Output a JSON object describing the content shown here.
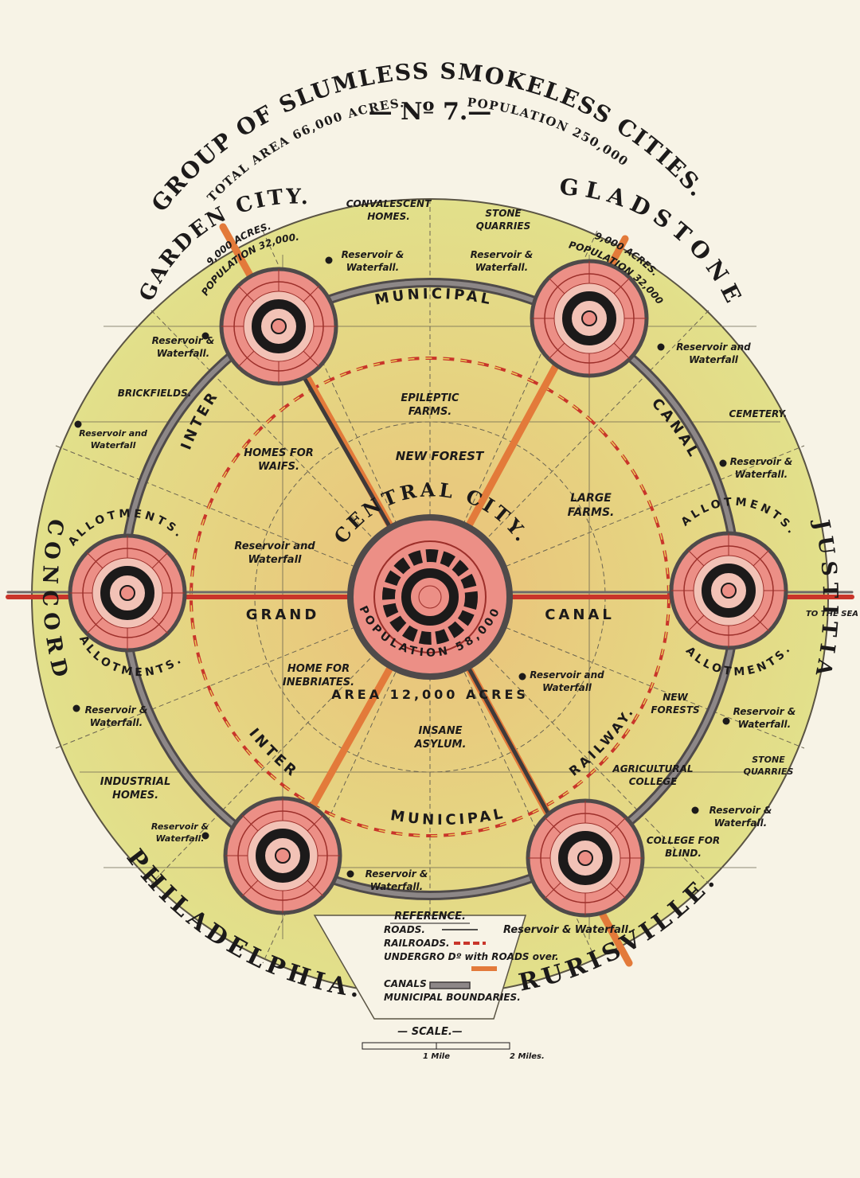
{
  "header": {
    "plate_number": "— Nº 7.—",
    "title": "GROUP OF SLUMLESS SMOKELESS CITIES.",
    "total_area": "TOTAL AREA 66,000 ACRES.",
    "population": "POPULATION 250,000"
  },
  "cities": {
    "garden": {
      "name": "GARDEN CITY.",
      "acres": "9,000 ACRES.",
      "population": "POPULATION 32,000."
    },
    "gladstone": {
      "name": "GLADSTONE",
      "acres": "9,000 ACRES.",
      "population": "POPULATION 32,000"
    },
    "concord": {
      "name": "CONCORD"
    },
    "justitia": {
      "name": "JUSTITIA"
    },
    "philadelphia": {
      "name": "PHILADELPHIA."
    },
    "rurisville": {
      "name": "RURISVILLE."
    },
    "central": {
      "name": "CENTRAL CITY.",
      "population": "POPULATION 58,000",
      "area": "AREA 12,000 ACRES"
    }
  },
  "ring_labels": {
    "inter": "INTER",
    "municipal": "MUNICIPAL",
    "canal": "CANAL",
    "railway": "RAILWAY.",
    "grand": "GRAND",
    "allotments": "ALLOTMENTS."
  },
  "labels": {
    "convalescent": "CONVALESCENT HOMES.",
    "stone_quarries": "STONE QUARRIES",
    "reservoir_waterfall": "Reservoir & Waterfall.",
    "reservoir_and_waterfall": "Reservoir and Waterfall",
    "brickfields": "BRICKFIELDS.",
    "cemetery": "CEMETERY.",
    "epileptic": "EPILEPTIC FARMS.",
    "new_forest": "NEW FOREST",
    "homes_waifs": "HOMES FOR WAIFS.",
    "large_farms": "LARGE FARMS.",
    "home_inebriates": "HOME FOR INEBRIATES.",
    "insane_asylum": "INSANE ASYLUM.",
    "industrial_homes": "INDUSTRIAL HOMES.",
    "agricultural_college": "AGRICULTURAL COLLEGE",
    "new_forests": "NEW FORESTS",
    "college_blind": "COLLEGE FOR BLIND.",
    "to_the_sea": "TO THE SEA"
  },
  "legend": {
    "title": "REFERENCE.",
    "roads": "ROADS.",
    "railroads": "RAILROADS.",
    "underground": "UNDERGRO Dº with ROADS over.",
    "canals": "CANALS",
    "municipal_boundaries": "MUNICIPAL BOUNDARIES.",
    "scale_title": "— SCALE.—",
    "scale_1": "1 Mile",
    "scale_2": "2 Miles."
  },
  "colors": {
    "paper": "#f7f3e6",
    "field": "#e3e088",
    "field_center": "#e9c87a",
    "city_pink": "#ec8f86",
    "rail_red": "#c9352a",
    "rail_orange": "#e37a3a",
    "canal": "#6f6a6a",
    "ink": "#1c1a1a"
  }
}
